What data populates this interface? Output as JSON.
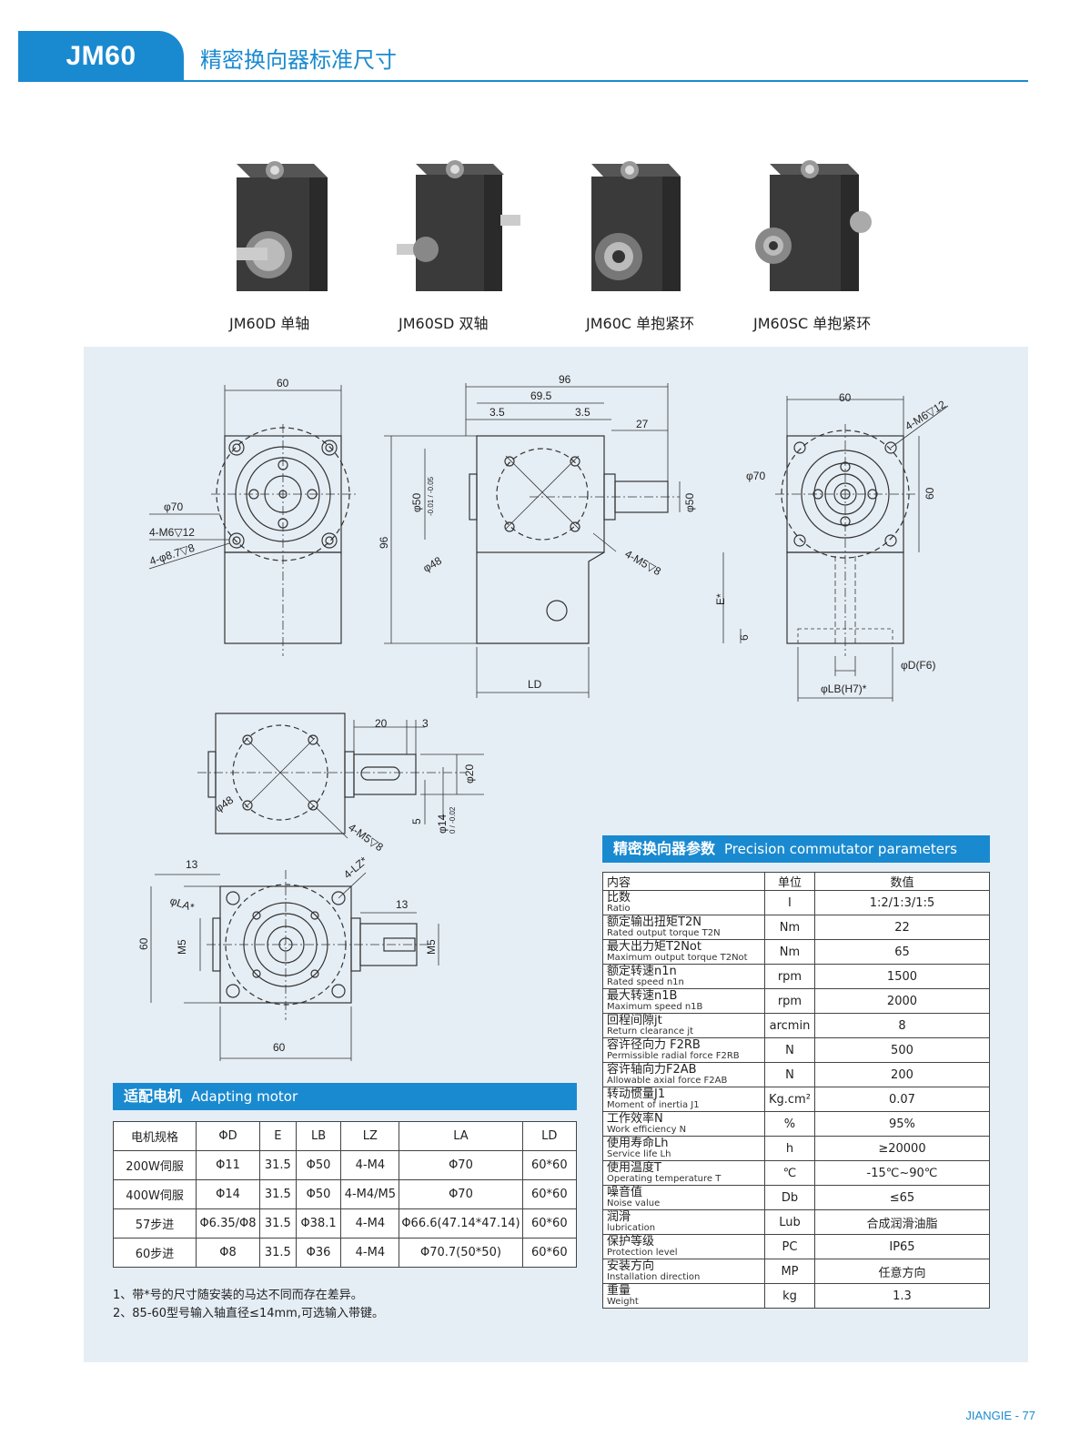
{
  "header": {
    "model": "JM60",
    "title": "精密换向器标准尺寸"
  },
  "products": [
    {
      "label": "JM60D 单轴"
    },
    {
      "label": "JM60SD 双轴"
    },
    {
      "label": "JM60C 单抱紧环"
    },
    {
      "label": "JM60SC 单抱紧环"
    }
  ],
  "dims": {
    "front": {
      "w": "60",
      "d70": "φ70",
      "m6": "4-M6▽12",
      "d87": "4-φ8.7▽8"
    },
    "side": {
      "d96": "96",
      "d695": "69.5",
      "d35a": "3.5",
      "d35b": "3.5",
      "d27": "27",
      "h96": "96",
      "d50l": "φ50",
      "tol50": "-0.01 / -0.05",
      "d50r": "φ50",
      "d48": "φ48",
      "m5": "4-M5▽8",
      "ld": "LD"
    },
    "right": {
      "w": "60",
      "m6": "4-M6▽12",
      "d70": "φ70",
      "h60": "60",
      "e": "E*",
      "six": "6",
      "dd": "φD(F6)",
      "lb": "φLB(H7)*"
    },
    "mid": {
      "d20": "20",
      "d3": "3",
      "phi20": "φ20",
      "d5": "5",
      "phi14": "φ14",
      "tol14": "0 / -0.02",
      "d48": "φ48",
      "m5": "4-M5▽8"
    },
    "bottom": {
      "d13a": "13",
      "lz": "4-LZ*",
      "la": "φLA*",
      "d13b": "13",
      "h60": "60",
      "m5a": "M5",
      "m5b": "M5",
      "w60": "60"
    }
  },
  "motor": {
    "title_zh": "适配电机",
    "title_en": "Adapting motor",
    "headers": [
      "电机规格",
      "ΦD",
      "E",
      "LB",
      "LZ",
      "LA",
      "LD"
    ],
    "rows": [
      [
        "200W伺服",
        "Φ11",
        "31.5",
        "Φ50",
        "4-M4",
        "Φ70",
        "60*60"
      ],
      [
        "400W伺服",
        "Φ14",
        "31.5",
        "Φ50",
        "4-M4/M5",
        "Φ70",
        "60*60"
      ],
      [
        "57步进",
        "Φ6.35/Φ8",
        "31.5",
        "Φ38.1",
        "4-M4",
        "Φ66.6(47.14*47.14)",
        "60*60"
      ],
      [
        "60步进",
        "Φ8",
        "31.5",
        "Φ36",
        "4-M4",
        "Φ70.7(50*50)",
        "60*60"
      ]
    ]
  },
  "notes": [
    "1、带*号的尺寸随安装的马达不同而存在差异。",
    "2、85-60型号输入轴直径≤14mm,可选输入带键。"
  ],
  "params": {
    "title_zh": "精密换向器参数",
    "title_en": "Precision commutator parameters",
    "headers": [
      "内容",
      "单位",
      "数值"
    ],
    "rows": [
      {
        "zh": "比数",
        "en": "Ratio",
        "unit": "I",
        "value": "1:2/1:3/1:5"
      },
      {
        "zh": "额定输出扭矩T2N",
        "en": "Rated output torque T2N",
        "unit": "Nm",
        "value": "22"
      },
      {
        "zh": "最大出力矩T2Not",
        "en": "Maximum output torque T2Not",
        "unit": "Nm",
        "value": "65"
      },
      {
        "zh": "额定转速n1n",
        "en": "Rated speed n1n",
        "unit": "rpm",
        "value": "1500"
      },
      {
        "zh": "最大转速n1B",
        "en": "Maximum speed n1B",
        "unit": "rpm",
        "value": "2000"
      },
      {
        "zh": "回程间隙jt",
        "en": "Return clearance jt",
        "unit": "arcmin",
        "value": "8"
      },
      {
        "zh": "容许径向力 F2RB",
        "en": "Permissible radial force F2RB",
        "unit": "N",
        "value": "500"
      },
      {
        "zh": "容许轴向力F2AB",
        "en": "Allowable axial force F2AB",
        "unit": "N",
        "value": "200"
      },
      {
        "zh": "转动惯量J1",
        "en": "Moment of inertia J1",
        "unit": "Kg.cm²",
        "value": "0.07"
      },
      {
        "zh": "工作效率N",
        "en": "Work efficiency N",
        "unit": "%",
        "value": "95%"
      },
      {
        "zh": "使用寿命Lh",
        "en": "Service life Lh",
        "unit": "h",
        "value": "≥20000"
      },
      {
        "zh": "使用温度T",
        "en": "Operating temperature T",
        "unit": "℃",
        "value": "-15℃~90℃"
      },
      {
        "zh": "噪音值",
        "en": "Noise value",
        "unit": "Db",
        "value": "≤65"
      },
      {
        "zh": "润滑",
        "en": "lubrication",
        "unit": "Lub",
        "value": "合成润滑油脂"
      },
      {
        "zh": "保护等级",
        "en": "Protection level",
        "unit": "PC",
        "value": "IP65"
      },
      {
        "zh": "安装方向",
        "en": "Installation direction",
        "unit": "MP",
        "value": "任意方向"
      },
      {
        "zh": "重量",
        "en": "Weight",
        "unit": "kg",
        "value": "1.3"
      }
    ]
  },
  "footer": {
    "text": "JIANGIE - 77"
  }
}
